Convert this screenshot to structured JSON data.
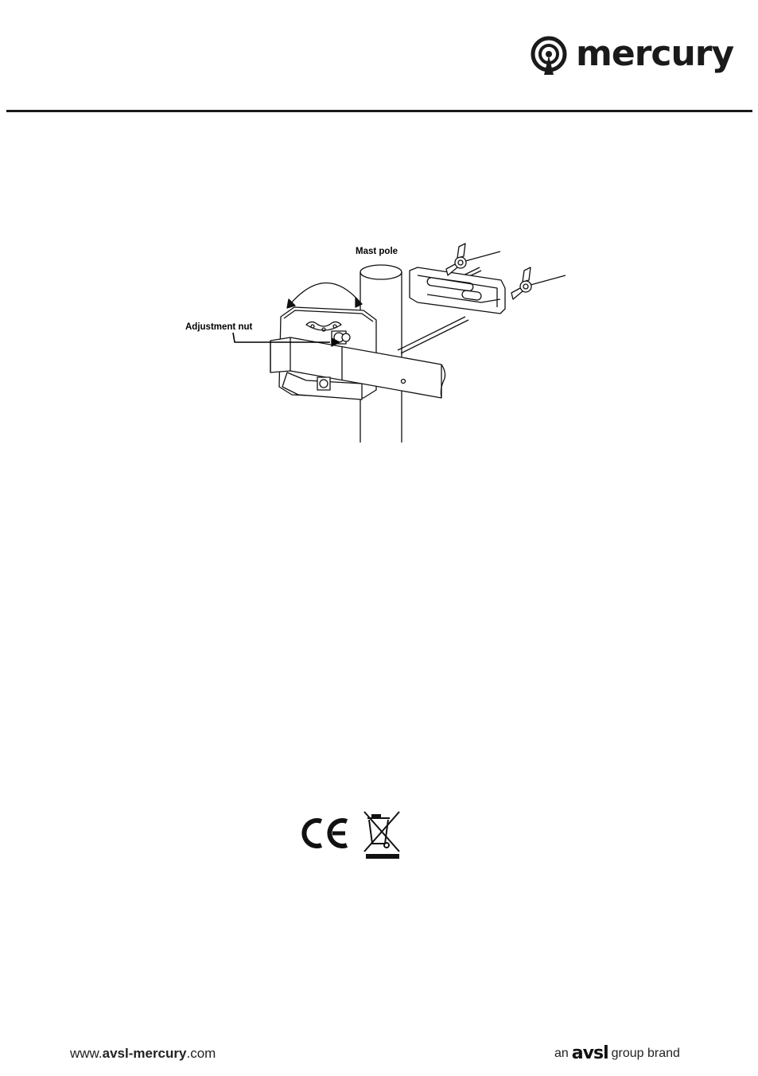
{
  "header": {
    "brand_name": "mercury",
    "logo_icon": "mercury-signal-logo"
  },
  "figure": {
    "label_mast": "Mast pole",
    "label_adjust": "Adjustment nut"
  },
  "compliance": {
    "ce_mark": "CE",
    "weee_icon": "crossed-out-wheelie-bin"
  },
  "footer": {
    "url_prefix": "www.",
    "url_bold": "avsl-mercury",
    "url_suffix": ".com",
    "brand_prefix": "an",
    "brand_logo": "avsl",
    "brand_suffix": "group brand"
  }
}
